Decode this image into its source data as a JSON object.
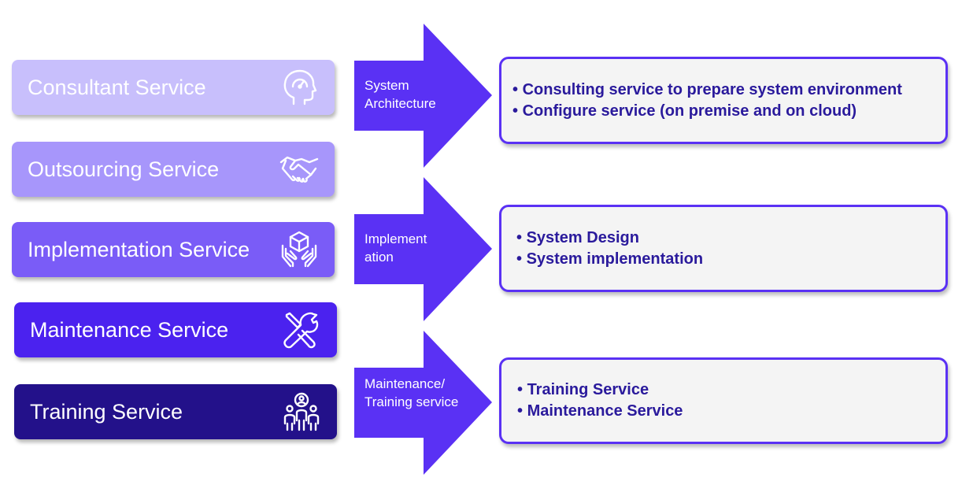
{
  "services": [
    {
      "label": "Consultant Service",
      "icon": "head-gauge-icon",
      "color": "#c8bffc"
    },
    {
      "label": "Outsourcing Service",
      "icon": "handshake-icon",
      "color": "#a796fb"
    },
    {
      "label": "Implementation Service",
      "icon": "hands-cube-icon",
      "color": "#7a5cf7"
    },
    {
      "label": "Maintenance Service",
      "icon": "tools-icon",
      "color": "#4b22ef"
    },
    {
      "label": "Training Service",
      "icon": "team-icon",
      "color": "#23118a"
    }
  ],
  "arrows": [
    {
      "label": "System Architecture"
    },
    {
      "label": "Implement ation"
    },
    {
      "label": "Maintenance/ Training service"
    }
  ],
  "boxes": [
    {
      "items": [
        "Consulting service to prepare system environment",
        "Configure service (on premise and on cloud)"
      ]
    },
    {
      "items": [
        "System Design",
        "System implementation"
      ]
    },
    {
      "items": [
        "Training Service",
        "Maintenance Service"
      ]
    }
  ],
  "colors": {
    "arrow": "#5a31f4",
    "box_border": "#5a31f4",
    "bullet_text": "#2a1a9c",
    "box_fill": "#f4f4f4"
  }
}
